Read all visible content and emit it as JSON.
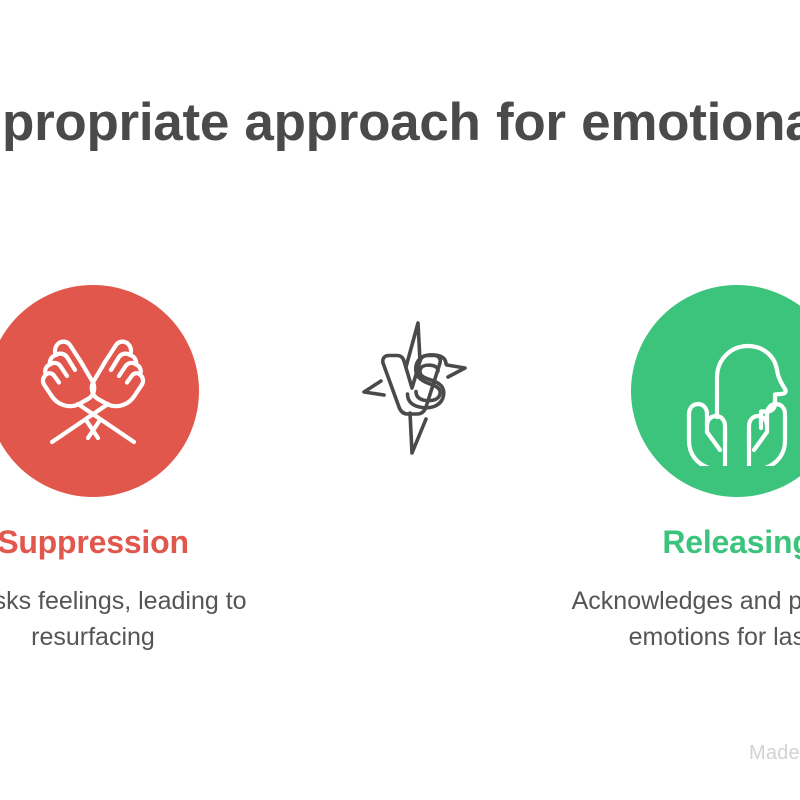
{
  "page": {
    "background_color": "#ffffff",
    "title": "se the appropriate approach for emotional healing.",
    "title_color": "#4a4a4a"
  },
  "comparison": {
    "divider_label": "VS",
    "divider_icon": "vs-burst-icon",
    "left": {
      "icon": "crossed-fists-icon",
      "circle_color": "#e2574c",
      "label": "Suppression",
      "label_color": "#e2574c",
      "description": "y masks feelings, leading to resurfacing"
    },
    "right": {
      "icon": "head-with-open-hands-icon",
      "circle_color": "#3cc47c",
      "label": "Releasing",
      "label_color": "#3cc47c",
      "description": "Acknowledges and processes emotions for lasting"
    }
  },
  "watermark": {
    "text": "Made",
    "color": "#d2d2d2"
  }
}
